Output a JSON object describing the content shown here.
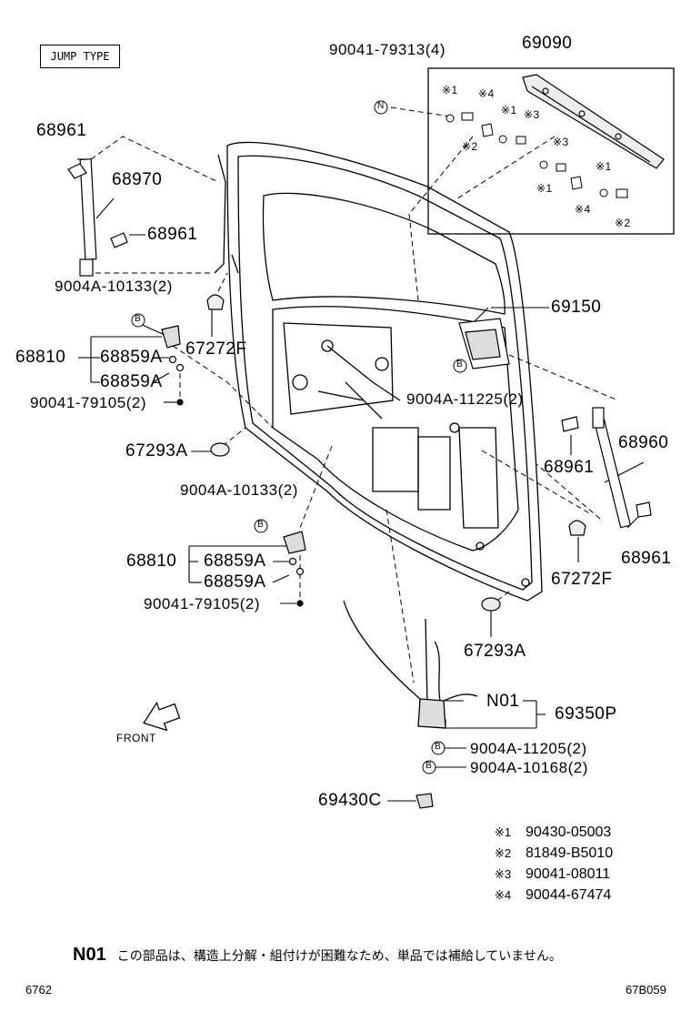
{
  "jump_type": "JUMP TYPE",
  "front_label": "FRONT",
  "parts": {
    "p69090": "69090",
    "p90041_79313": "90041-79313(4)",
    "p68961_a": "68961",
    "p68970": "68970",
    "p68961_b": "68961",
    "p9004A_10133_a": "9004A-10133(2)",
    "p68810_a": "68810",
    "p68859A_a1": "68859A",
    "p68859A_a2": "68859A",
    "p90041_79105_a": "90041-79105(2)",
    "p67272F_a": "67272F",
    "p69150": "69150",
    "p9004A_11225": "9004A-11225(2)",
    "p67293A_a": "67293A",
    "p68960": "68960",
    "p68961_c": "68961",
    "p68961_d": "68961",
    "p9004A_10133_b": "9004A-10133(2)",
    "p68810_b": "68810",
    "p68859A_b1": "68859A",
    "p68859A_b2": "68859A",
    "p90041_79105_b": "90041-79105(2)",
    "p67272F_b": "67272F",
    "p67293A_b": "67293A",
    "pN01": "N01",
    "p69350P": "69350P",
    "p9004A_11205": "9004A-11205(2)",
    "p9004A_10168": "9004A-10168(2)",
    "p69430C": "69430C"
  },
  "marks": {
    "m1a": "※1",
    "m4a": "※4",
    "m1b": "※1",
    "m3a": "※3",
    "m2a": "※2",
    "m3b": "※3",
    "m1c": "※1",
    "m1d": "※1",
    "m4b": "※4",
    "m2b": "※2",
    "n": "N",
    "b1": "B",
    "b2": "B",
    "b3": "B",
    "b4": "B",
    "b5": "B"
  },
  "legend": [
    {
      "mark": "※1",
      "part": "90430-05003"
    },
    {
      "mark": "※2",
      "part": "81849-B5010"
    },
    {
      "mark": "※3",
      "part": "90041-08011"
    },
    {
      "mark": "※4",
      "part": "90044-67474"
    }
  ],
  "note": {
    "code": "N01",
    "text": "この部品は、構造上分解・組付けが困難なため、単品では補給していません。"
  },
  "footer": {
    "left": "6762",
    "right": "67B059"
  }
}
